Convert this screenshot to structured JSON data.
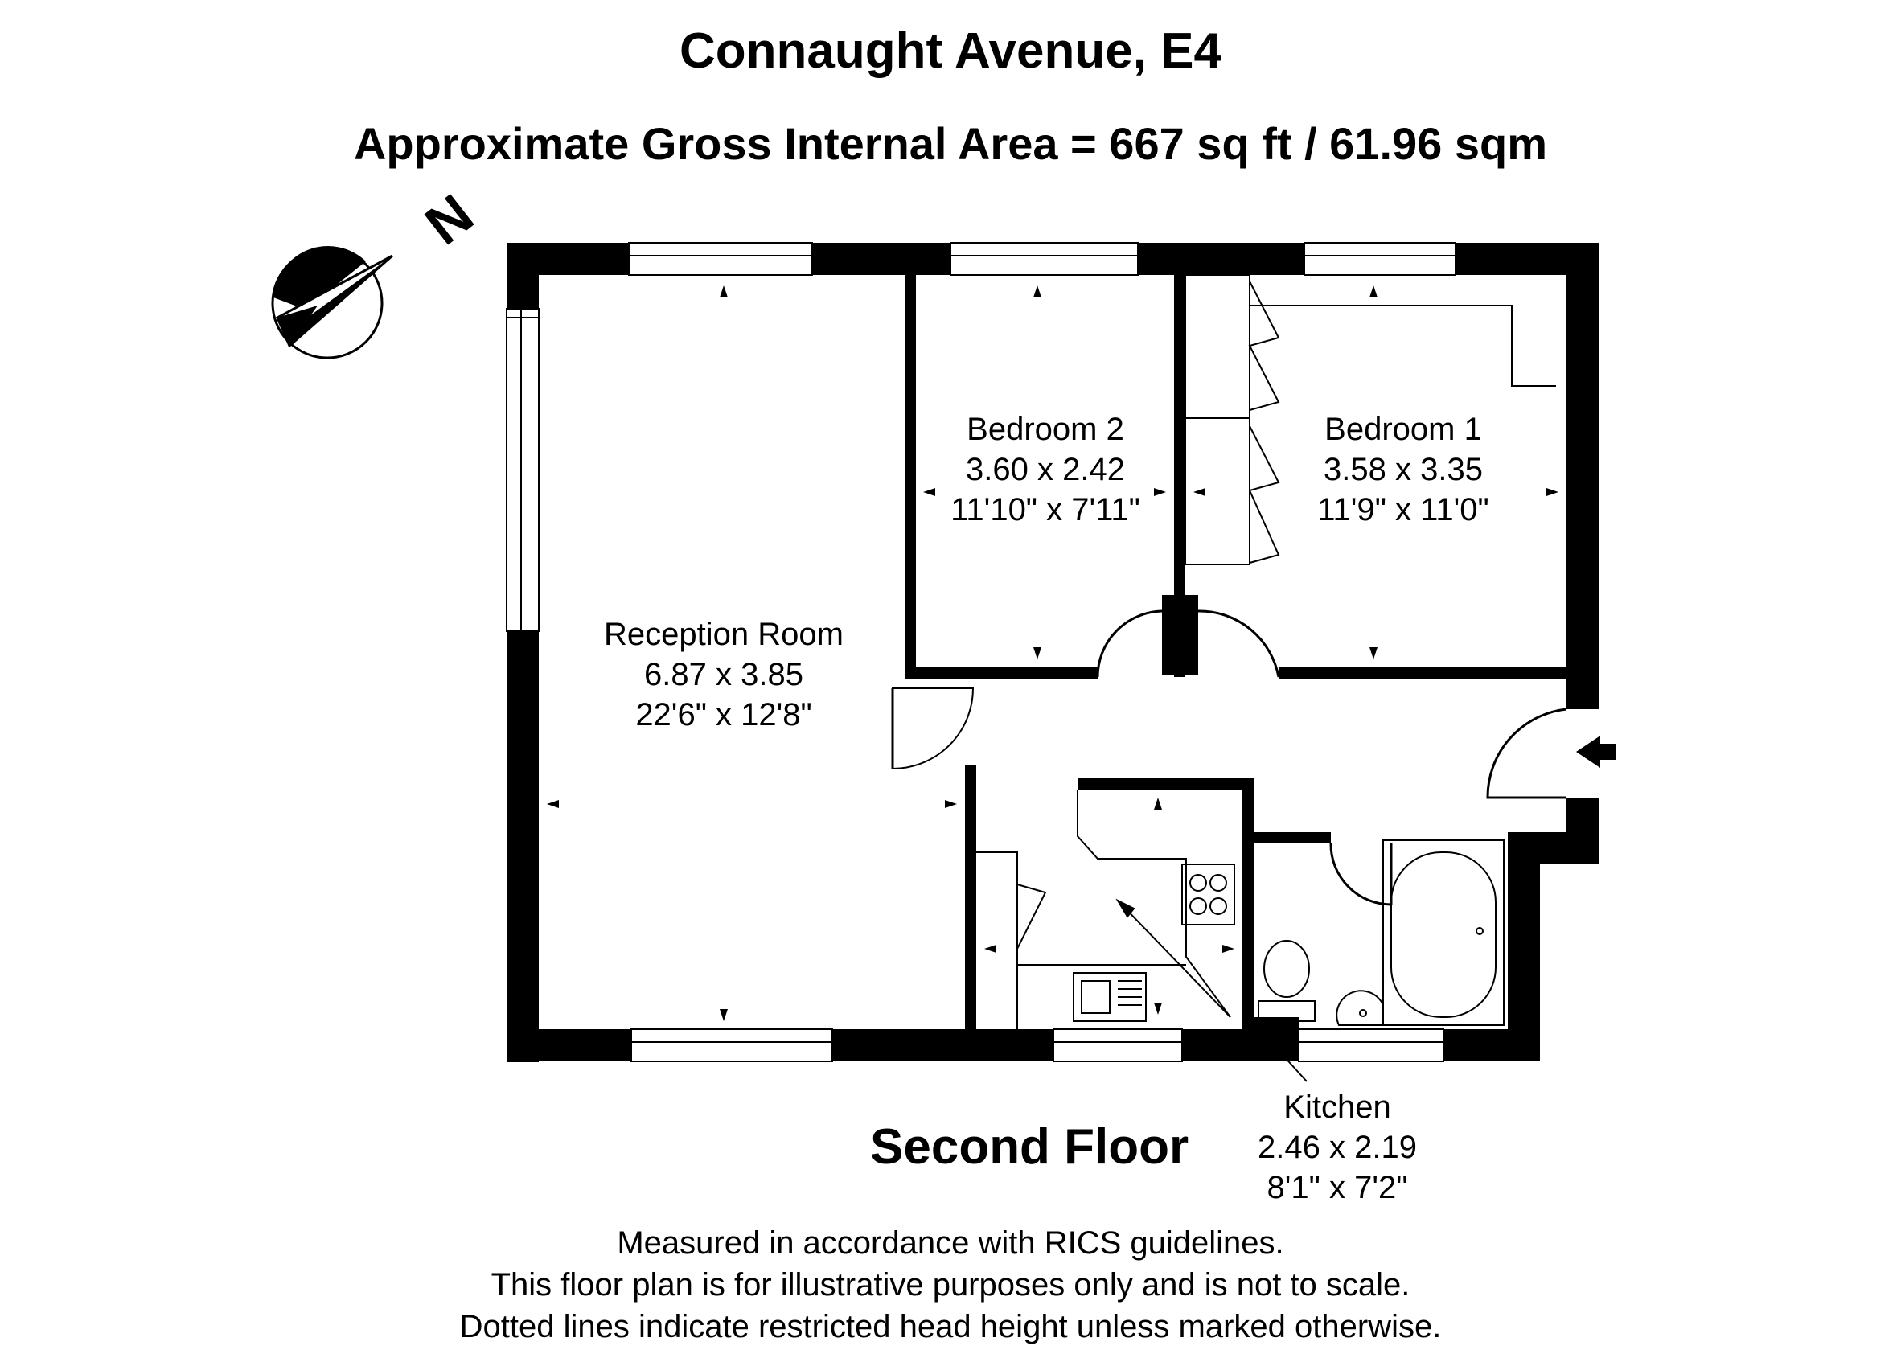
{
  "header": {
    "address": "Connaught Avenue, E4",
    "area": "Approximate Gross Internal Area = 667 sq ft  /  61.96 sqm"
  },
  "compass": {
    "label": "N",
    "icon": "north-arrow-icon"
  },
  "rooms": {
    "reception": {
      "name": "Reception Room",
      "metric": "6.87 x 3.85",
      "imperial": "22'6\" x 12'8\""
    },
    "bedroom2": {
      "name": "Bedroom 2",
      "metric": "3.60 x 2.42",
      "imperial": "11'10\" x 7'11\""
    },
    "bedroom1": {
      "name": "Bedroom 1",
      "metric": "3.58 x 3.35",
      "imperial": "11'9\" x 11'0\""
    },
    "kitchen": {
      "name": "Kitchen",
      "metric": "2.46 x 2.19",
      "imperial": "8'1\" x 7'2\""
    }
  },
  "floor_label": "Second Floor",
  "notes": [
    "Measured in accordance with RICS guidelines.",
    "This floor plan is for illustrative purposes only and is not to scale.",
    "Dotted lines indicate restricted head height unless marked otherwise."
  ],
  "colors": {
    "wall": "#000000",
    "background": "#ffffff"
  }
}
